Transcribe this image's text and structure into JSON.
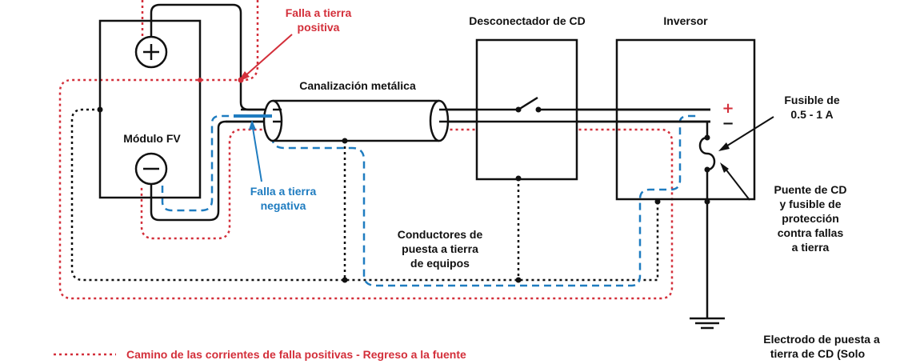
{
  "labels": {
    "falla_positiva_1": "Falla a tierra",
    "falla_positiva_2": "positiva",
    "desconectador": "Desconectador de CD",
    "inversor": "Inversor",
    "canalizacion": "Canalización metálica",
    "modulo": "Módulo FV",
    "fusible_1": "Fusible de",
    "fusible_2": "0.5 - 1 A",
    "falla_negativa_1": "Falla a tierra",
    "falla_negativa_2": "negativa",
    "conductores_1": "Conductores de",
    "conductores_2": "puesta a tierra",
    "conductores_3": "de equipos",
    "puente_1": "Puente de CD",
    "puente_2": "y fusible de",
    "puente_3": "protección",
    "puente_4": "contra fallas",
    "puente_5": "a tierra",
    "electrodo_1": "Electrodo de puesta a",
    "electrodo_2": "tierra de CD (Solo",
    "legend": "Camino de las corrientes de falla positivas - Regreso a la fuente",
    "plus_terminal": "+",
    "minus_terminal": "−"
  },
  "colors": {
    "positive_fault": "#d32f3a",
    "negative_fault": "#1f7cc0",
    "conductor": "#111111"
  }
}
